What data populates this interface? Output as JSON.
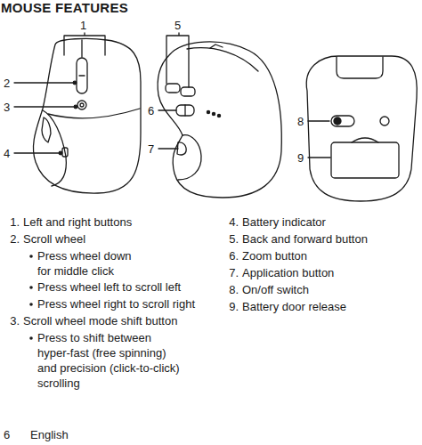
{
  "diagram": {
    "title": "MOUSE FEATURES",
    "labels": [
      "1",
      "5",
      "2",
      "3",
      "6",
      "4",
      "7",
      "8",
      "9",
      "1.",
      "Left and right buttons",
      "2.",
      "Scroll wheel",
      "Press wheel down for middle click",
      "Press wheel left to scroll left",
      "Press wheel right to scroll right",
      "3.",
      "Scroll wheel mode shift button",
      "Press to shift between hyper-fast (free spinning) and precision (click-to-click) scrolling",
      "4.",
      "Battery indicator",
      "5.",
      "Back and forward button",
      "6.",
      "Zoom button",
      "7.",
      "Application button",
      "8.",
      "On/off switch",
      "9.",
      "Battery door release",
      "6",
      "English"
    ]
  }
}
